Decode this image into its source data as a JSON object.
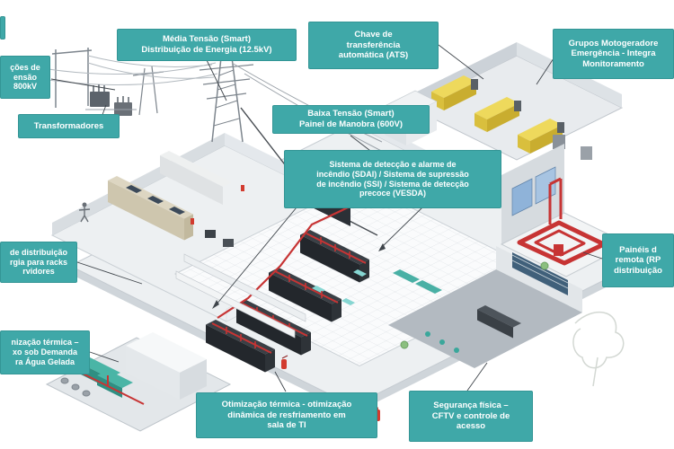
{
  "colors": {
    "label_bg": "#3FA8A8",
    "label_text": "#FFFFFF",
    "pipe_red": "#C73434",
    "generator_yellow": "#ECD34F",
    "chiller_teal": "#3AAFA0",
    "structure_gray": "#D6DBDF"
  },
  "labels": {
    "substation": {
      "lines": [
        "ções de",
        "ensão",
        "800kV"
      ]
    },
    "transformers": {
      "lines": [
        "Transformadores"
      ]
    },
    "medium_voltage": {
      "lines": [
        "Média Tensão (Smart)",
        "Distribuição de Energia (12.5kV)"
      ]
    },
    "ats": {
      "lines": [
        "Chave de",
        "transferência",
        "automática (ATS)"
      ]
    },
    "generators": {
      "lines": [
        "Grupos Motogeradore",
        "Emergência - Integra",
        "Monitoramento"
      ]
    },
    "low_voltage": {
      "lines": [
        "Baixa Tensão (Smart)",
        "Painel de Manobra (600V)"
      ]
    },
    "fire_systems": {
      "lines": [
        "Sistema de detecção e alarme de",
        "incêndio (SDAI) / Sistema de supressão",
        "de incêndio (SSI) / Sistema de detecção",
        "precoce (VESDA)"
      ]
    },
    "rack_pdu": {
      "lines": [
        "de distribuição",
        "rgia para racks",
        "rvidores"
      ]
    },
    "thermal_chilled_water": {
      "lines": [
        "nização térmica –",
        "xo sob Demanda",
        "ra Água Gelada"
      ]
    },
    "thermal_it_room": {
      "lines": [
        "Otimização térmica - otimização",
        "dinâmica de resfriamento em",
        "sala de TI"
      ]
    },
    "physical_security": {
      "lines": [
        "Segurança física –",
        "CFTV e controle de",
        "acesso"
      ]
    },
    "remote_panels": {
      "lines": [
        "Painéis d",
        "remota (RP",
        "distribuição"
      ]
    }
  }
}
